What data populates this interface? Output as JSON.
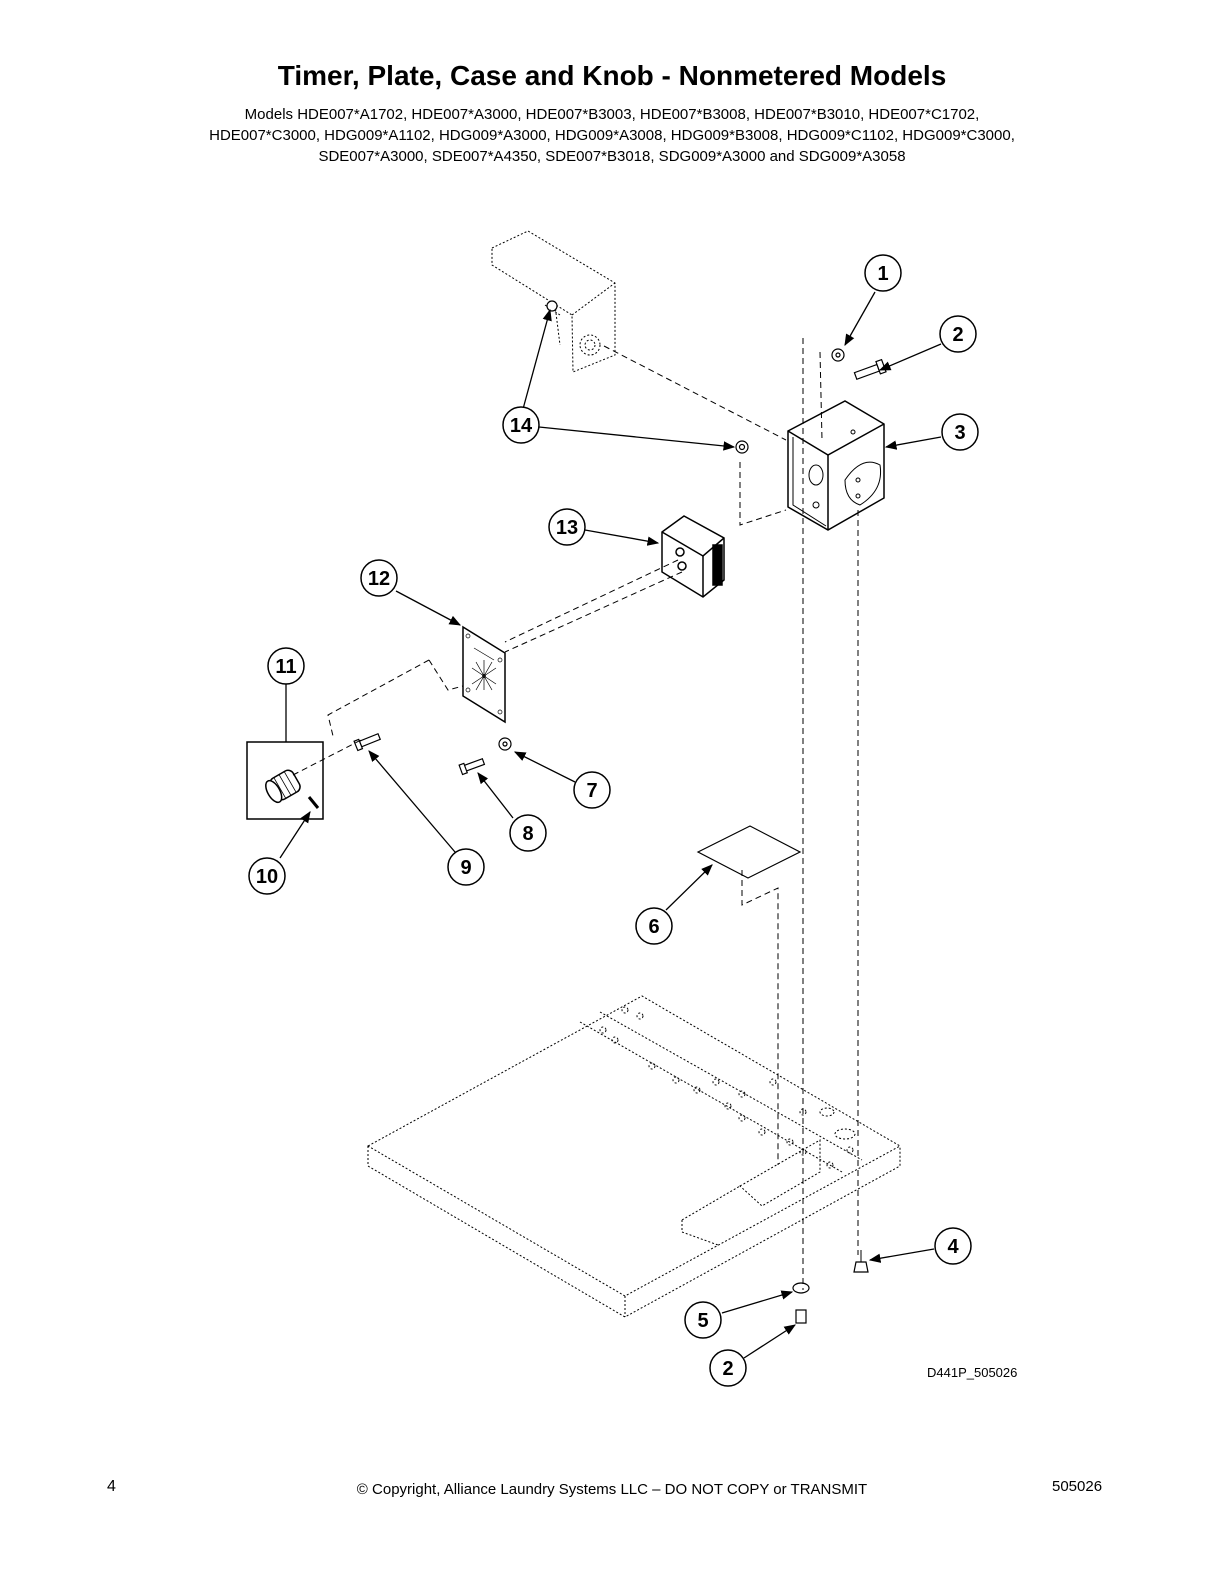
{
  "header": {
    "title": "Timer, Plate, Case and Knob - Nonmetered Models",
    "models_lines": [
      "Models HDE007*A1702, HDE007*A3000, HDE007*B3003, HDE007*B3008, HDE007*B3010, HDE007*C1702,",
      "HDE007*C3000, HDG009*A1102, HDG009*A3000, HDG009*A3008, HDG009*B3008, HDG009*C1102, HDG009*C3000,",
      "SDE007*A3000, SDE007*A4350, SDE007*B3018, SDG009*A3000 and SDG009*A3058"
    ]
  },
  "diagram": {
    "drawing_id": "D441P_505026",
    "callouts": [
      {
        "label": "1"
      },
      {
        "label": "2"
      },
      {
        "label": "3"
      },
      {
        "label": "14"
      },
      {
        "label": "13"
      },
      {
        "label": "12"
      },
      {
        "label": "11"
      },
      {
        "label": "7"
      },
      {
        "label": "8"
      },
      {
        "label": "9"
      },
      {
        "label": "10"
      },
      {
        "label": "6"
      },
      {
        "label": "4"
      },
      {
        "label": "5"
      },
      {
        "label": "2"
      }
    ]
  },
  "footer": {
    "page_number": "4",
    "copyright": "© Copyright, Alliance Laundry Systems LLC – DO NOT COPY or TRANSMIT",
    "doc_number": "505026"
  }
}
